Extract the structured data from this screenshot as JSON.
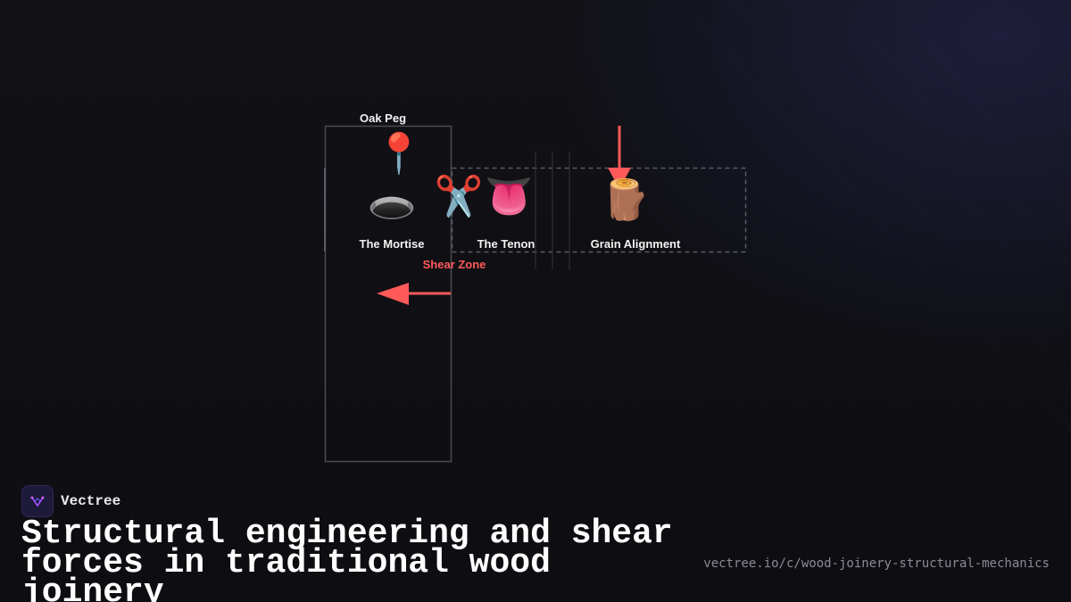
{
  "diagram": {
    "labels": {
      "oak_peg": "Oak Peg",
      "mortise": "The Mortise",
      "tenon": "The Tenon",
      "grain": "Grain Alignment",
      "shear_zone": "Shear Zone"
    },
    "icons": {
      "oak_peg": "📍",
      "mortise": "🕳️",
      "shear": "✂️",
      "tenon": "👅",
      "grain": "🪵"
    },
    "colors": {
      "force_arrow": "#ff5a5a",
      "box_stroke": "#4a4a52",
      "dashed_stroke": "#5a5a64"
    }
  },
  "brand": {
    "name": "Vectree"
  },
  "headline": "Structural engineering and shear forces in traditional wood joinery",
  "url": "vectree.io/c/wood-joinery-structural-mechanics"
}
